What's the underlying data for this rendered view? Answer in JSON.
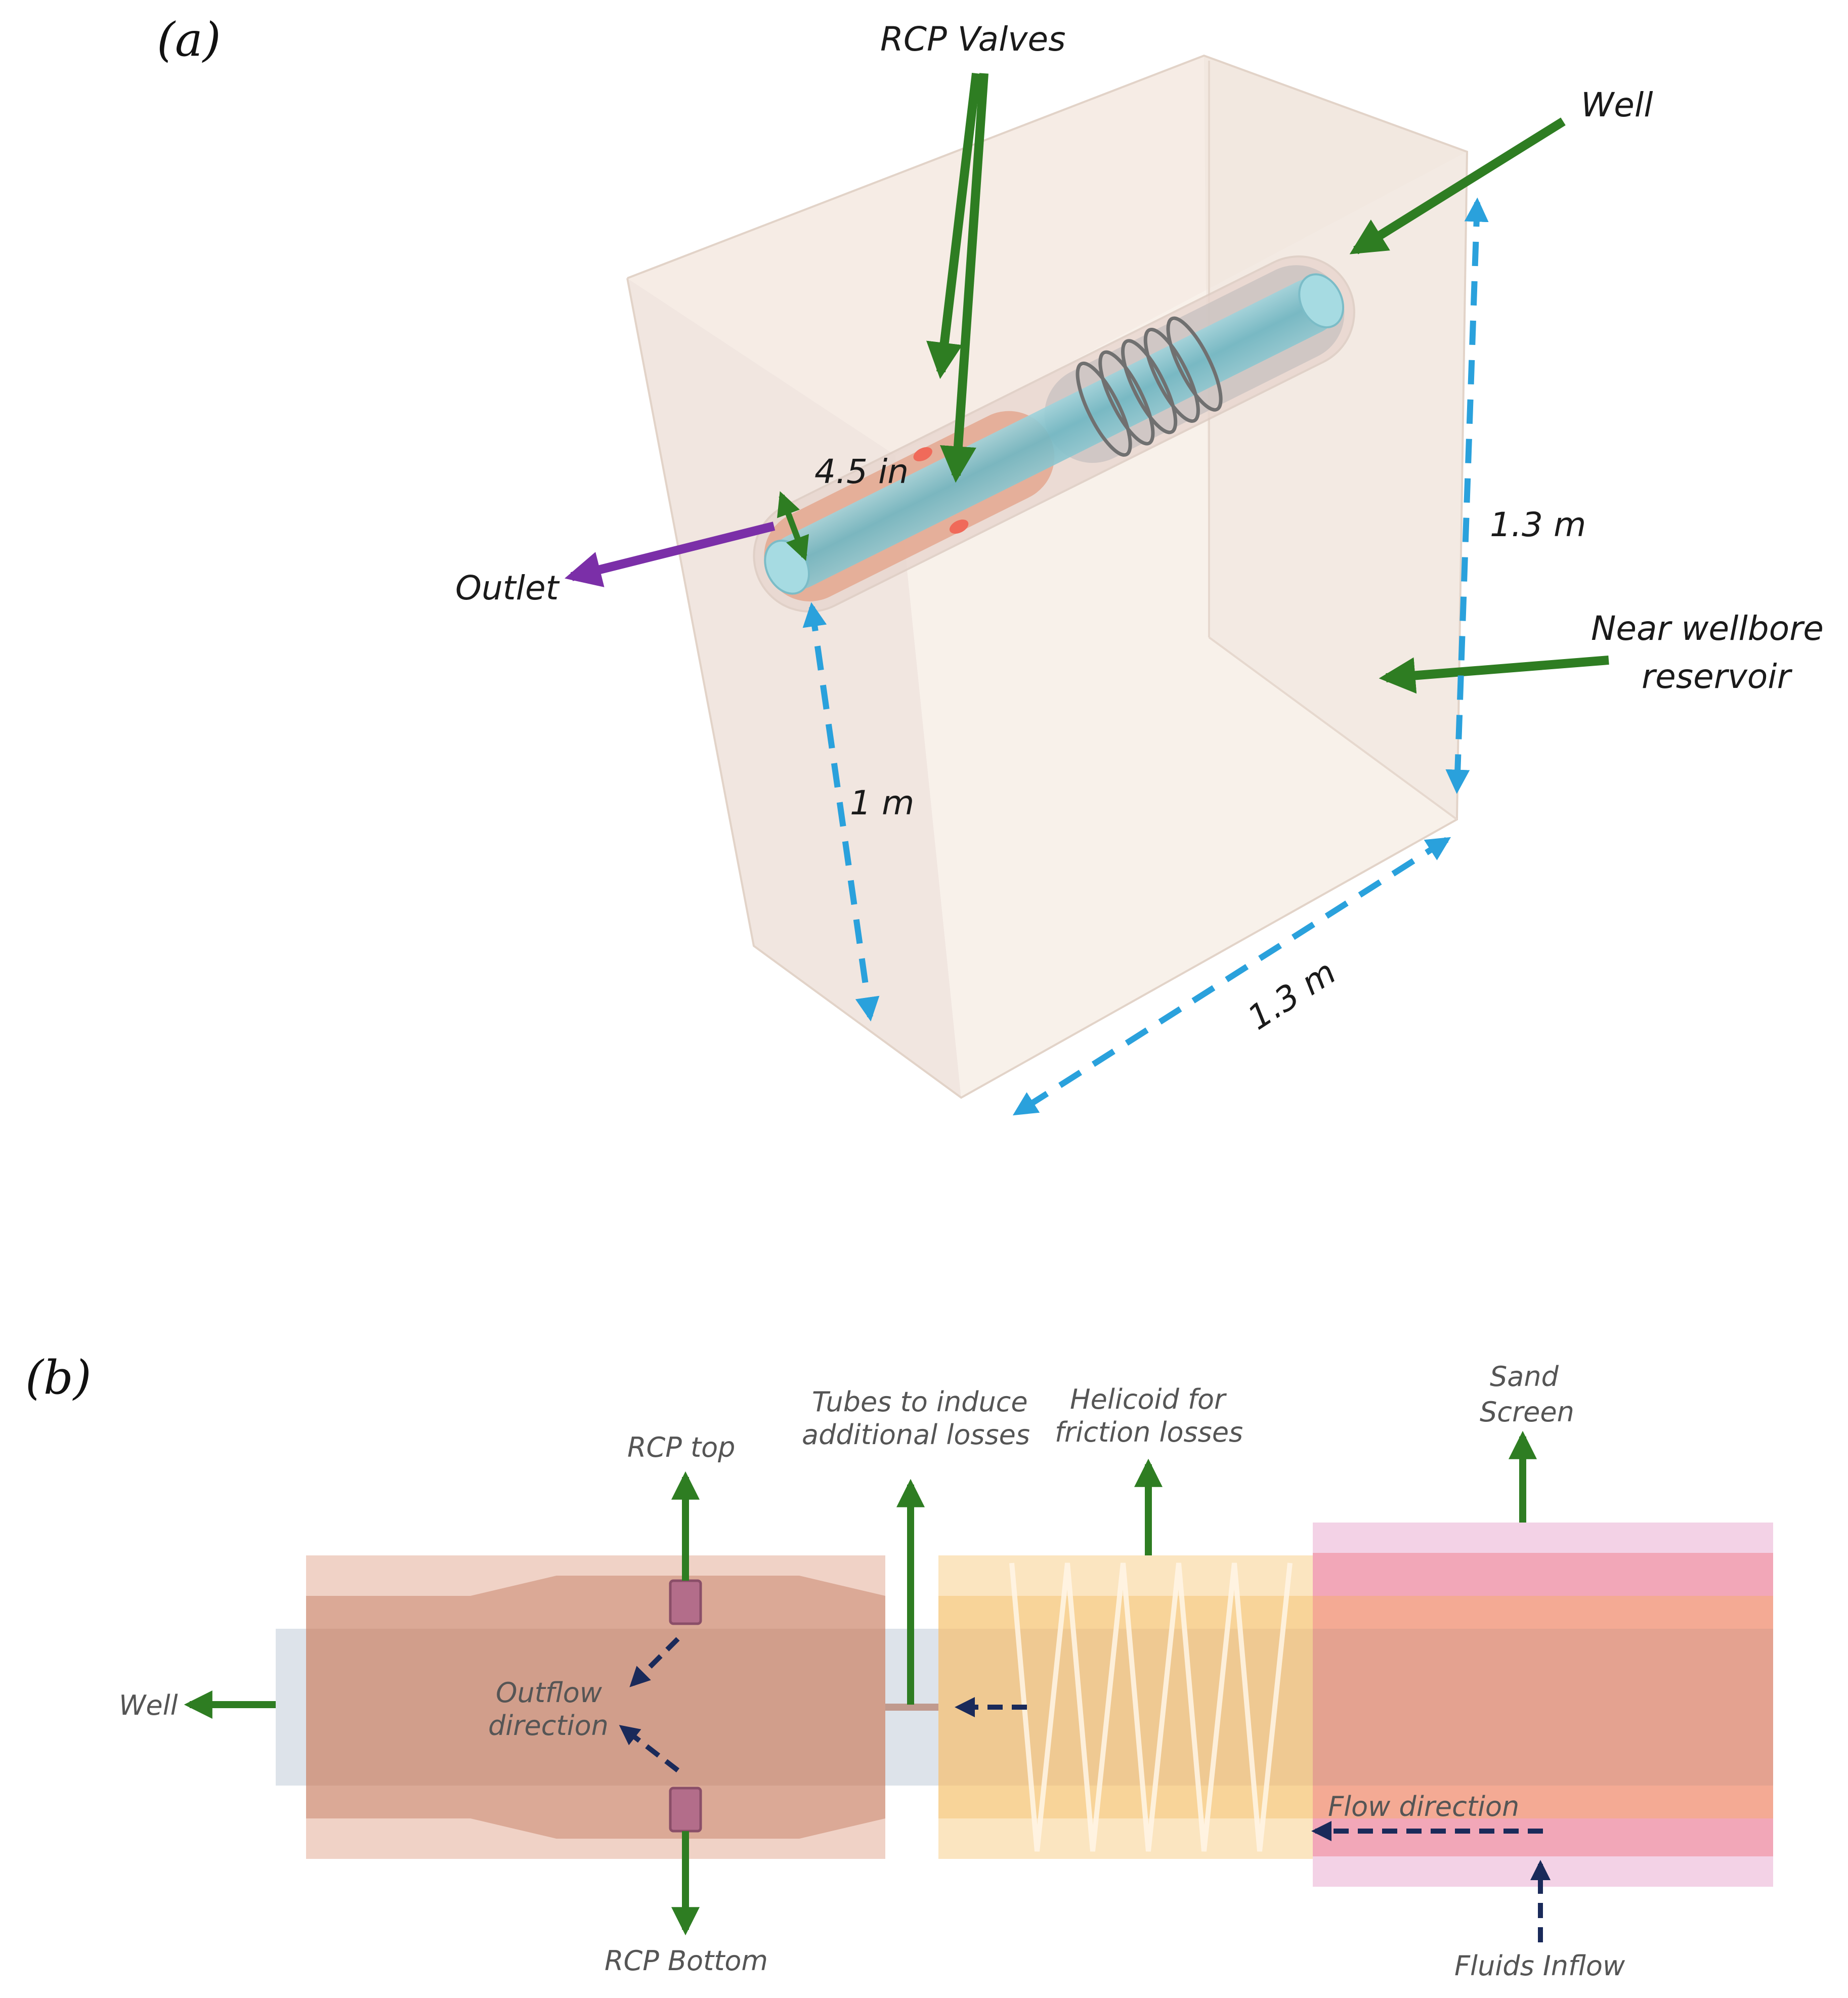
{
  "panel_a": {
    "tag": "(a)",
    "labels": {
      "rcp_valves": "RCP Valves",
      "well": "Well",
      "diameter": "4.5 in",
      "outlet": "Outlet",
      "height_right": "1.3 m",
      "near_wellbore_line1": "Near wellbore",
      "near_wellbore_line2": "reservoir",
      "height_left": "1 m",
      "width_bottom": "1.3 m"
    }
  },
  "panel_b": {
    "tag": "(b)",
    "labels": {
      "tubes_line1": "Tubes to induce",
      "tubes_line2": "additional losses",
      "helicoid_line1": "Helicoid for",
      "helicoid_line2": "friction losses",
      "sand_line1": "Sand",
      "sand_line2": "Screen",
      "rcp_top": "RCP top",
      "well": "Well",
      "outflow_line1": "Outflow",
      "outflow_line2": "direction",
      "flow_direction": "Flow direction",
      "rcp_bottom": "RCP Bottom",
      "fluids_inflow": "Fluids Inflow"
    }
  },
  "colors": {
    "pointer_arrow": "#2e7d22",
    "outlet_arrow": "#7b2fa8",
    "dimension_arrow": "#2aa1dc",
    "flow_arrow": "#1a2a5a",
    "box_face": "#f6ebe2",
    "well_tube": "#6fb7c3",
    "rcp_zone": "#c98d7b",
    "helicoid_zone": "#f7cf8e",
    "screen_zone": "#f2a0b8"
  }
}
